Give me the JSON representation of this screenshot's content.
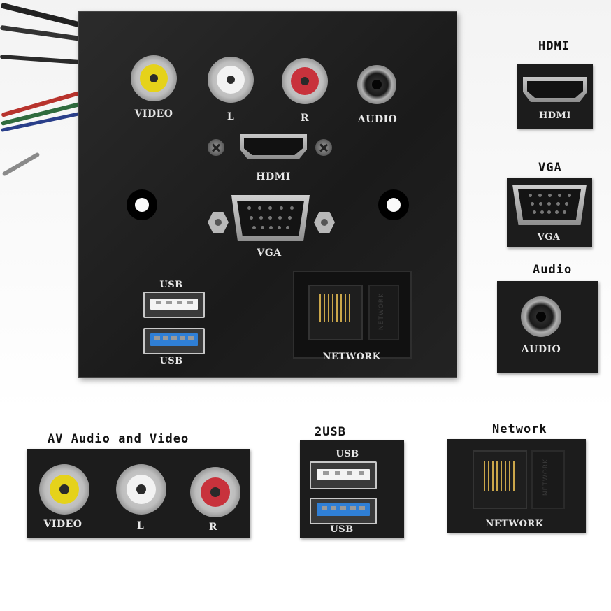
{
  "main_plate": {
    "labels": {
      "video": "VIDEO",
      "l": "L",
      "r": "R",
      "audio": "AUDIO",
      "hdmi": "HDMI",
      "vga": "VGA",
      "usb_top": "USB",
      "usb_bottom": "USB",
      "network": "NETWORK"
    }
  },
  "insets": {
    "hdmi": {
      "caption": "HDMI",
      "label": "HDMI"
    },
    "vga": {
      "caption": "VGA",
      "label": "VGA"
    },
    "audio": {
      "caption": "Audio",
      "label": "AUDIO"
    },
    "av": {
      "caption": "AV Audio and Video",
      "video": "VIDEO",
      "l": "L",
      "r": "R"
    },
    "usb": {
      "caption": "2USB",
      "usb_top": "USB",
      "usb_bottom": "USB"
    },
    "network": {
      "caption": "Network",
      "label": "NETWORK",
      "blank_text": "NETWORK"
    }
  },
  "colors": {
    "rca_video": "#e5d21a",
    "rca_left": "#f2f2f2",
    "rca_right": "#c8323c",
    "usb3_blue": "#2f7fd6",
    "usb2_white": "#f4f4f4",
    "cable_red": "#b8332d",
    "cable_green": "#2f6b3e",
    "cable_blue": "#2a3f8a"
  }
}
